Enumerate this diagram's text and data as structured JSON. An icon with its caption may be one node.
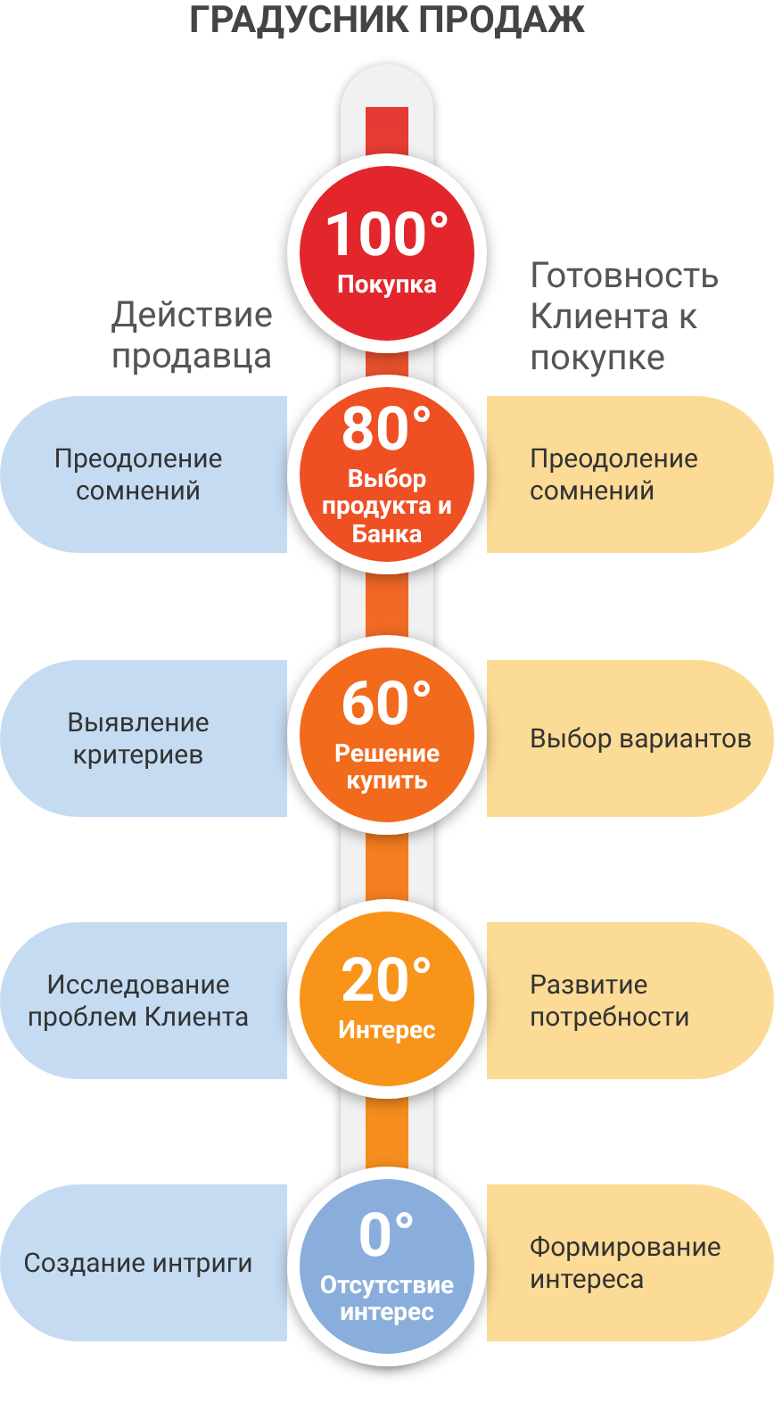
{
  "diagram": {
    "title": "ГРАДУСНИК ПРОДАЖ",
    "nodes": [
      {
        "text": [
          "100°",
          "Покупка"
        ]
      },
      {
        "text": [
          "Преодоление сомнений"
        ]
      },
      {
        "text": [
          "80°",
          "Выбор продукта и Банка"
        ]
      },
      {
        "text": [
          "Преодоление сомнений"
        ]
      },
      {
        "text": [
          "Выявление критериев"
        ]
      },
      {
        "text": [
          "60°",
          "Решение купить"
        ]
      },
      {
        "text": [
          "Выбор вариантов"
        ]
      },
      {
        "text": [
          "Исследование проблем Клиента"
        ]
      },
      {
        "text": [
          "20°",
          "Интерес"
        ]
      },
      {
        "text": [
          "Развитие потребности"
        ]
      },
      {
        "text": [
          "Создание интриги"
        ]
      },
      {
        "text": [
          "0°",
          "Отсутствие интерес"
        ]
      },
      {
        "text": [
          "Формирование интереса"
        ]
      }
    ],
    "labels": [
      "Действие продавца",
      "Готовность Клиента к покупке"
    ]
  }
}
